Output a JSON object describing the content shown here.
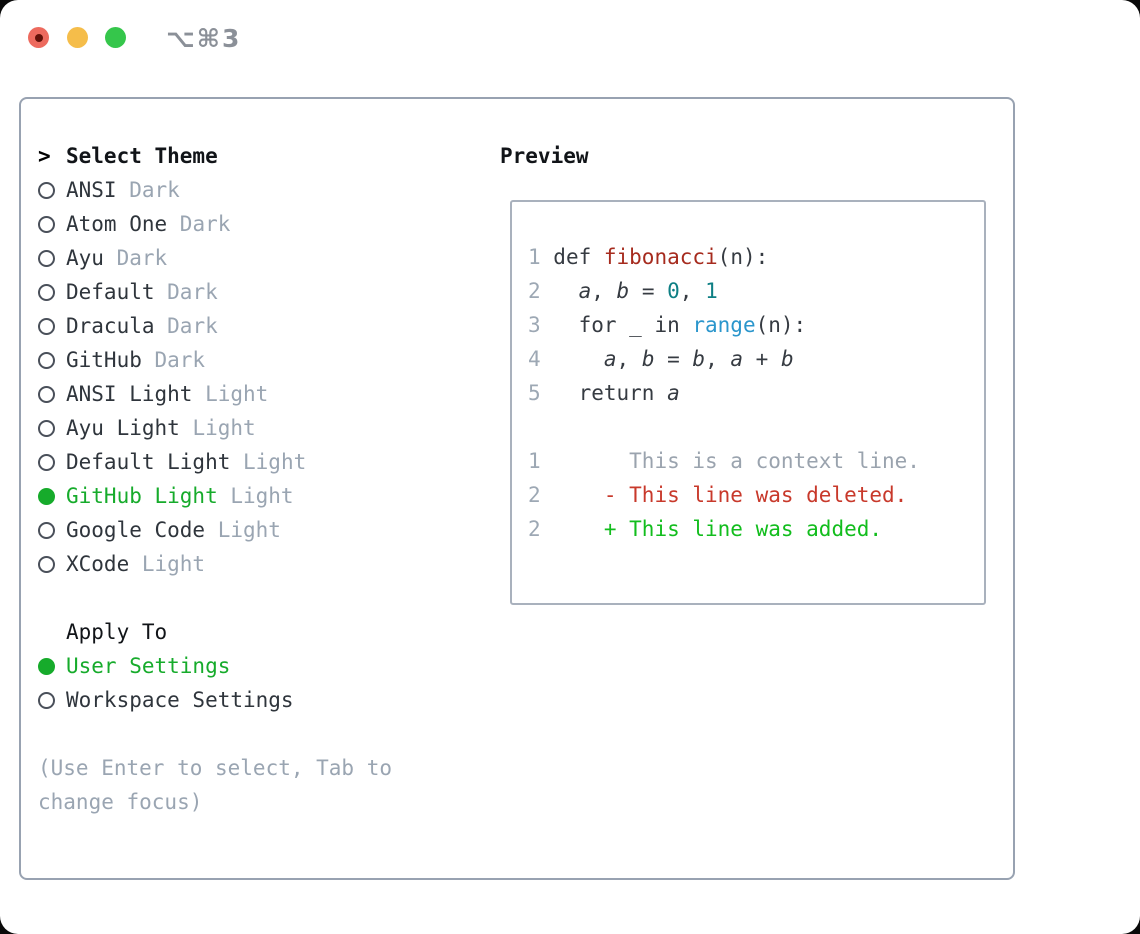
{
  "window": {
    "title": "⌥⌘3"
  },
  "colors": {
    "accent_green": "#16ab2b",
    "added_green": "#12bd1d",
    "deleted_red": "#c8392b",
    "function_red": "#a62b1e",
    "number_teal": "#0e7f84",
    "builtin_blue": "#2b96cc",
    "muted_gray": "#9aa5b2",
    "text_dark": "#2f353c",
    "panel_border": "#98a2b1",
    "traffic_red": "#ed6a5e",
    "traffic_yellow": "#f5bd4a",
    "traffic_green": "#35c64b"
  },
  "theme_list": {
    "prompt": ">",
    "header": "Select Theme",
    "items": [
      {
        "name": "ANSI",
        "variant": "Dark",
        "selected": false
      },
      {
        "name": "Atom One",
        "variant": "Dark",
        "selected": false
      },
      {
        "name": "Ayu",
        "variant": "Dark",
        "selected": false
      },
      {
        "name": "Default",
        "variant": "Dark",
        "selected": false
      },
      {
        "name": "Dracula",
        "variant": "Dark",
        "selected": false
      },
      {
        "name": "GitHub",
        "variant": "Dark",
        "selected": false
      },
      {
        "name": "ANSI Light",
        "variant": "Light",
        "selected": false
      },
      {
        "name": "Ayu Light",
        "variant": "Light",
        "selected": false
      },
      {
        "name": "Default Light",
        "variant": "Light",
        "selected": false
      },
      {
        "name": "GitHub Light",
        "variant": "Light",
        "selected": true
      },
      {
        "name": "Google Code",
        "variant": "Light",
        "selected": false
      },
      {
        "name": "XCode",
        "variant": "Light",
        "selected": false
      }
    ]
  },
  "apply_to": {
    "header": "Apply To",
    "items": [
      {
        "name": "User Settings",
        "selected": true
      },
      {
        "name": "Workspace Settings",
        "selected": false
      }
    ]
  },
  "help_text": "(Use Enter to select, Tab to change focus)",
  "preview": {
    "header": "Preview",
    "lines": [
      {
        "num": "1",
        "segments": [
          {
            "t": "def ",
            "c": "code"
          },
          {
            "t": "fibonacci",
            "c": "func"
          },
          {
            "t": "(n):",
            "c": "code"
          }
        ]
      },
      {
        "num": "2",
        "segments": [
          {
            "t": "  ",
            "c": "code"
          },
          {
            "t": "a",
            "c": "var"
          },
          {
            "t": ", ",
            "c": "code"
          },
          {
            "t": "b",
            "c": "var"
          },
          {
            "t": " = ",
            "c": "code"
          },
          {
            "t": "0",
            "c": "num"
          },
          {
            "t": ", ",
            "c": "code"
          },
          {
            "t": "1",
            "c": "num"
          }
        ]
      },
      {
        "num": "3",
        "segments": [
          {
            "t": "  for _ in ",
            "c": "code"
          },
          {
            "t": "range",
            "c": "builtin"
          },
          {
            "t": "(n):",
            "c": "code"
          }
        ]
      },
      {
        "num": "4",
        "segments": [
          {
            "t": "    ",
            "c": "code"
          },
          {
            "t": "a",
            "c": "var"
          },
          {
            "t": ", ",
            "c": "code"
          },
          {
            "t": "b",
            "c": "var"
          },
          {
            "t": " = ",
            "c": "code"
          },
          {
            "t": "b",
            "c": "var"
          },
          {
            "t": ", ",
            "c": "code"
          },
          {
            "t": "a",
            "c": "var"
          },
          {
            "t": " + ",
            "c": "code"
          },
          {
            "t": "b",
            "c": "var"
          }
        ]
      },
      {
        "num": "5",
        "segments": [
          {
            "t": "  return ",
            "c": "code"
          },
          {
            "t": "a",
            "c": "var"
          }
        ]
      },
      {
        "num": "",
        "segments": []
      },
      {
        "num": "1",
        "segments": [
          {
            "t": "      This is a context line.",
            "c": "context"
          }
        ]
      },
      {
        "num": "2",
        "segments": [
          {
            "t": "    - This line was deleted.",
            "c": "deleted"
          }
        ]
      },
      {
        "num": "2",
        "segments": [
          {
            "t": "    + This line was added.",
            "c": "added"
          }
        ]
      }
    ]
  }
}
